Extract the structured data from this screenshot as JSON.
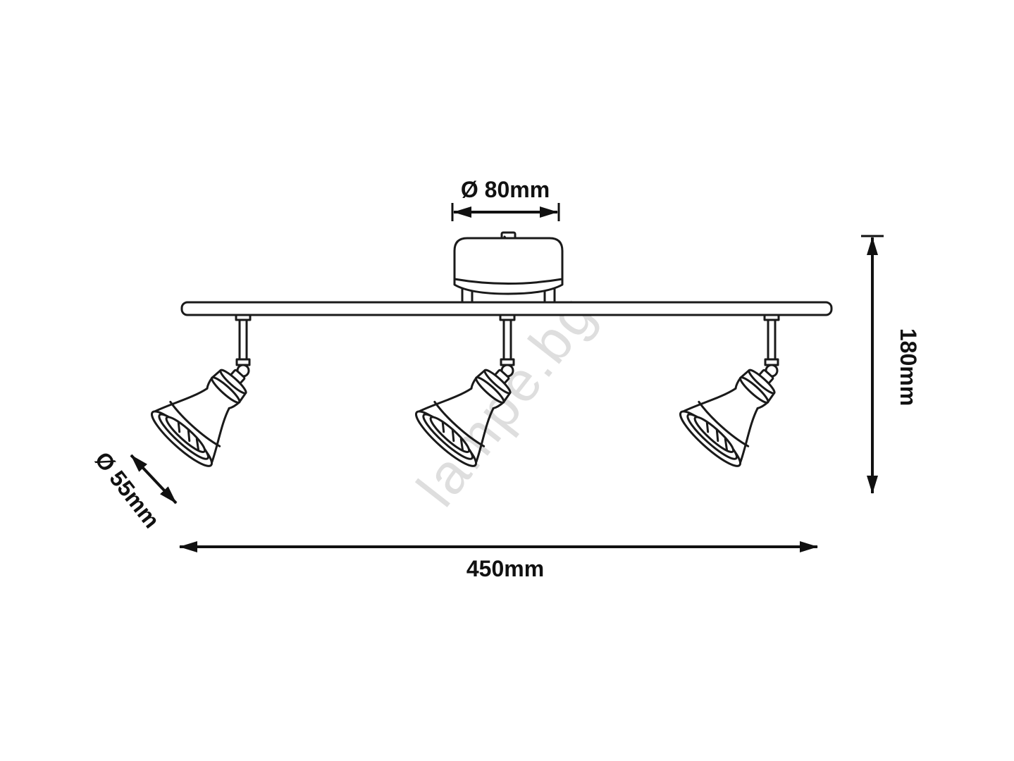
{
  "page": {
    "background": "#ffffff",
    "stroke_color": "#1a1a1a",
    "dimension_color": "#111111"
  },
  "watermark": {
    "text": "lampe.bg",
    "color": "#c4c4c4"
  },
  "dimensions": {
    "top_diameter": "Ø 80mm",
    "height": "180mm",
    "shade_diameter": "Ø 55mm",
    "width": "450mm"
  }
}
